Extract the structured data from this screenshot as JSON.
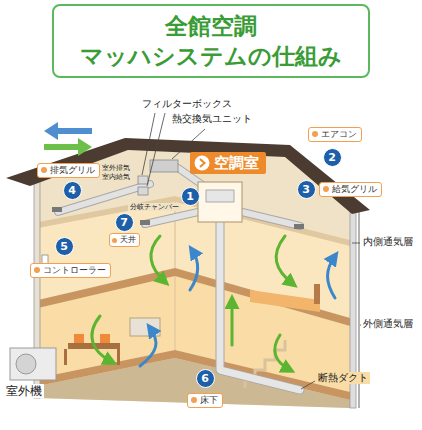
{
  "diagram": {
    "title": "全館空調 マッハシステムの仕組み",
    "nodes": [
      {
        "text": [
          "エアコン"
        ]
      },
      {
        "text": [
          "2"
        ]
      },
      {
        "text": [
          "排気グリル"
        ]
      },
      {
        "text": [
          "空調室"
        ]
      },
      {
        "text": [
          "1"
        ]
      },
      {
        "text": [
          "4"
        ]
      },
      {
        "text": [
          "給気グリル"
        ]
      },
      {
        "text": [
          "3"
        ]
      },
      {
        "text": [
          "7"
        ]
      },
      {
        "text": [
          "天井"
        ]
      },
      {
        "text": [
          "5"
        ]
      },
      {
        "text": [
          "コントローラー"
        ]
      },
      {
        "text": [
          "6"
        ]
      },
      {
        "text": [
          "床下"
        ]
      }
    ],
    "labels": [
      "フィルターボックス",
      "熱交換気ユニット",
      "室外排気",
      "室内給気",
      "分岐チャンバー",
      "内側通気層",
      "外側通気層",
      "断熱ダクト",
      "室外機"
    ]
  }
}
